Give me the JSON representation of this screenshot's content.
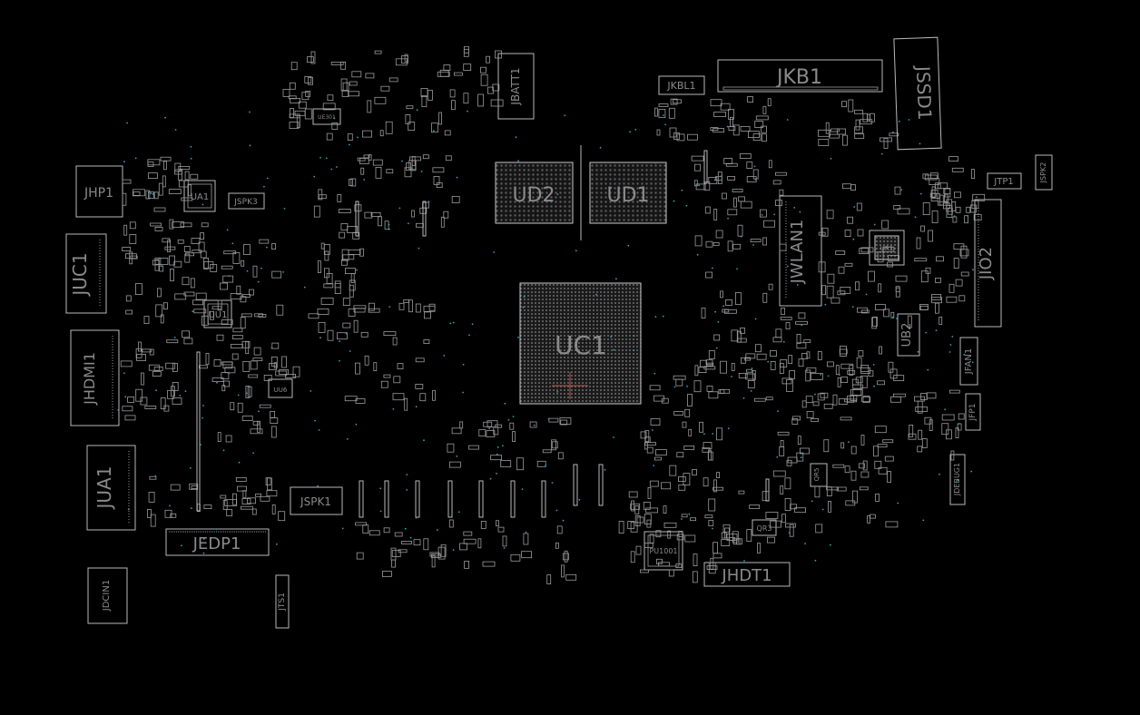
{
  "board": {
    "background": "#000000",
    "outline_color": "#b8b8b8",
    "label_color": "#8a8a8a",
    "via_color": "#2aa6b0"
  },
  "labels": {
    "UC1": "UC1",
    "UD2": "UD2",
    "UD1": "UD1",
    "JKB1": "JKB1",
    "JSSD1": "JSSD1",
    "JKBL1": "JKBL1",
    "JBATT1": "JBATT1",
    "JHP1": "JHP1",
    "UA1": "UA1",
    "JSPK3": "JSPK3",
    "JUC1": "JUC1",
    "UU1": "UU1",
    "JHDMI1": "JHDMI1",
    "JUA1": "JUA1",
    "JEDP1": "JEDP1",
    "JSPK1": "JSPK1",
    "JDCIN1": "JDCIN1",
    "JTS1": "JTS1",
    "JWLAN1": "JWLAN1",
    "JIO2": "JIO2",
    "UB2": "UB2",
    "JFAN1": "JFAN1",
    "JFP1": "JFP1",
    "JTP1": "JTP1",
    "JSPK2": "JSPK2",
    "JDEBUG1": "JDEBUG1",
    "JHDT1": "JHDT1",
    "PU1001": "PU1001",
    "QR3": "QR3",
    "QR5": "QR5",
    "UU6": "UU6",
    "UE301": "UE301",
    "UR1": "UR1"
  }
}
